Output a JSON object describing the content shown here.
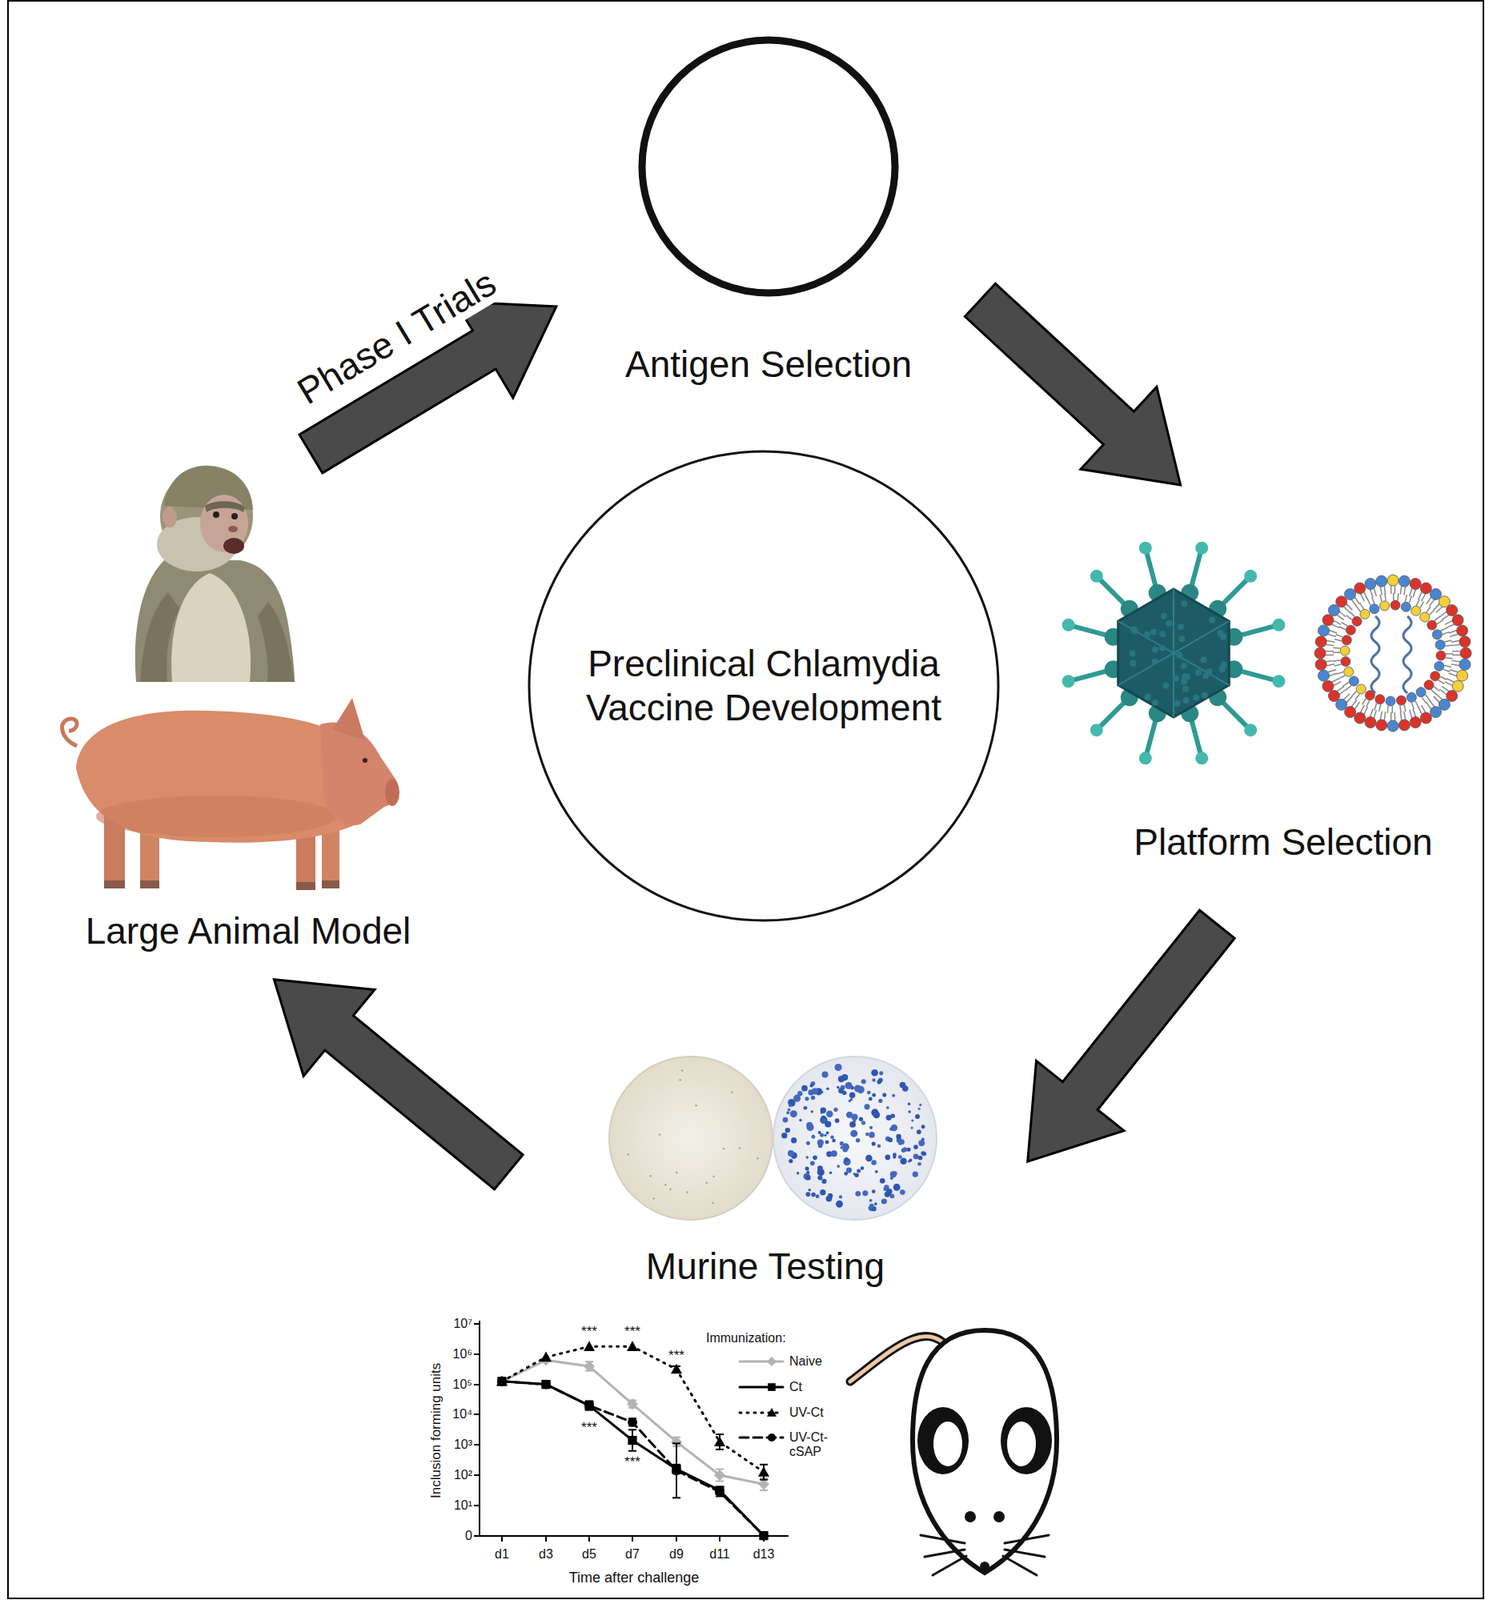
{
  "diagram": {
    "nodes": [
      {
        "text": [
          "Antigen Selection"
        ]
      },
      {
        "text": [
          "Preclinical Chlamydia Vaccine Development"
        ]
      },
      {
        "text": [
          "Platform Selection"
        ]
      },
      {
        "text": [
          "Murine Testing"
        ]
      },
      {
        "text": [
          "Large Animal Model"
        ]
      }
    ],
    "edges": [
      {
        "from": 0,
        "to": 2,
        "arrow": "to"
      },
      {
        "from": 2,
        "to": 3,
        "arrow": "to"
      },
      {
        "from": 3,
        "to": 4,
        "arrow": "to"
      },
      {
        "from": 4,
        "to": 0,
        "label": "Phase I Trials",
        "arrow": "to"
      }
    ],
    "labels": [
      "10⁷",
      "10⁶",
      "10⁵",
      "10⁴",
      "10³",
      "10²",
      "10¹",
      "0",
      "d1",
      "d3",
      "d5",
      "d7",
      "d9",
      "d11",
      "d13",
      "Inclusion forming units",
      "Time after challenge",
      "Immunization:",
      "***",
      "***",
      "***",
      "***",
      "***"
    ],
    "legend": [
      {
        "text": "Naive"
      },
      {
        "text": "Ct"
      },
      {
        "text": "UV-Ct"
      },
      {
        "text": "UV-Ct-cSAP"
      }
    ]
  }
}
